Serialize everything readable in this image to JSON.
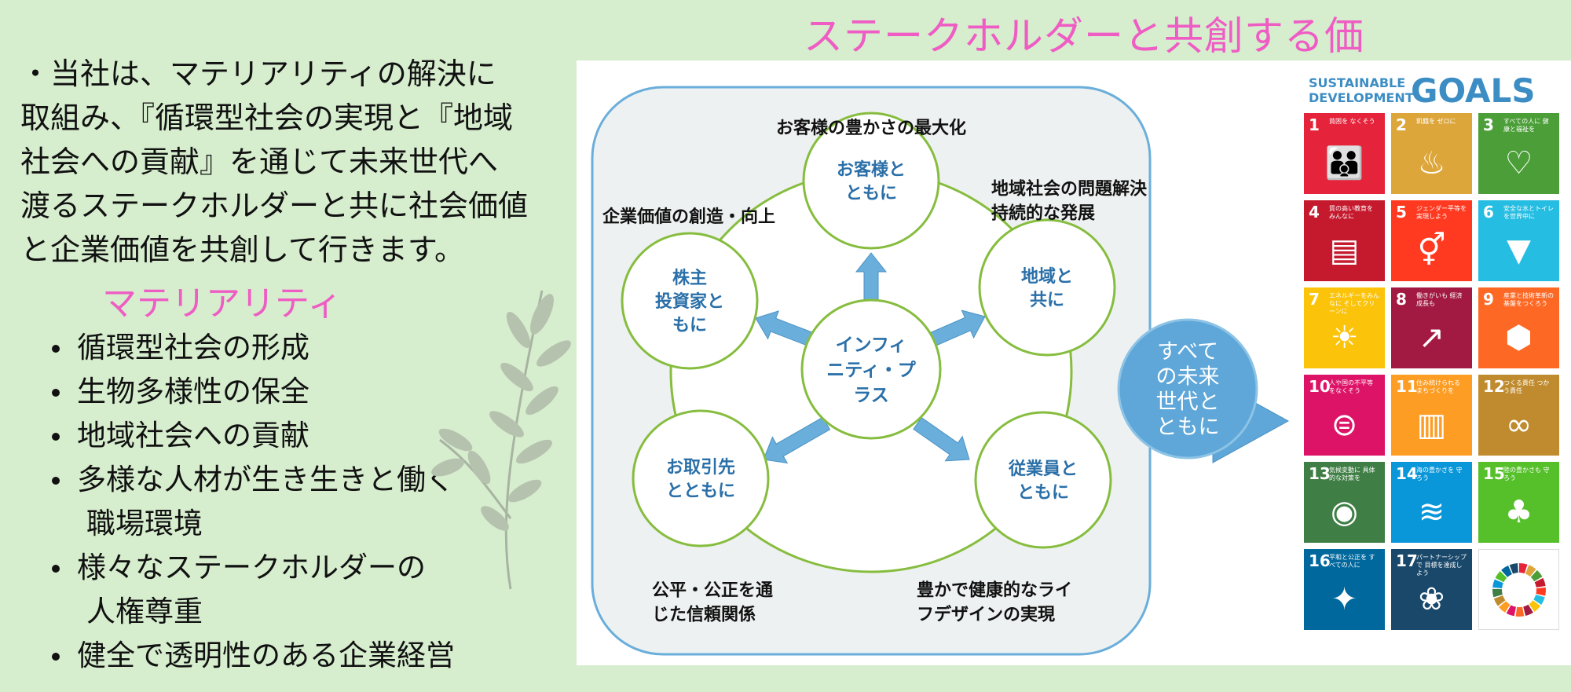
{
  "title": "ステークホルダーと共創する価値",
  "intro": {
    "lines": [
      "・当社は、マテリアリティの解決に",
      "取組み、『循環型社会の実現と『地域",
      "社会への貢献』を通じて未来世代へ",
      "渡るステークホルダーと共に社会価値",
      "と企業価値を共創して行きます。"
    ]
  },
  "materiality": {
    "title": "マテリアリティ",
    "items": [
      {
        "line1": "循環型社会の形成",
        "line2": ""
      },
      {
        "line1": "生物多様性の保全",
        "line2": ""
      },
      {
        "line1": "地域社会への貢献",
        "line2": ""
      },
      {
        "line1": "多様な人材が生き生きと働く",
        "line2": "職場環境"
      },
      {
        "line1": "様々なステークホルダーの",
        "line2": "人権尊重"
      },
      {
        "line1": "健全で透明性のある企業経営",
        "line2": ""
      }
    ]
  },
  "diagram": {
    "center": [
      "インフィ",
      "ニティ・プ",
      "ラス"
    ],
    "nodes": [
      {
        "lines": [
          "お客様と",
          "ともに"
        ]
      },
      {
        "lines": [
          "地域と",
          "共に"
        ]
      },
      {
        "lines": [
          "従業員と",
          "ともに"
        ]
      },
      {
        "lines": [
          "お取引先",
          "とともに"
        ]
      },
      {
        "lines": [
          "株主",
          "投資家と",
          "もに"
        ]
      }
    ],
    "captions": [
      {
        "lines": [
          "お客様の豊かさの最大化"
        ]
      },
      {
        "lines": [
          "地域社会の問題解決",
          "持続的な発展"
        ]
      },
      {
        "lines": [
          "豊かで健康的なライ",
          "フデザインの実現"
        ]
      },
      {
        "lines": [
          "公平・公正を通",
          "じた信頼関係"
        ]
      },
      {
        "lines": [
          "企業価値の創造・向上"
        ]
      }
    ],
    "future": [
      "すべて",
      "の未来",
      "世代と",
      "ともに"
    ],
    "colors": {
      "node_text": "#2a6fa8",
      "circle_stroke": "#86bd3e",
      "arrow": "#6aaedb",
      "future": "#5ea7d8"
    }
  },
  "sdgs": {
    "header_small": [
      "SUSTAINABLE",
      "DEVELOPMENT"
    ],
    "header_big": "GOALS",
    "goals": [
      {
        "num": "1",
        "label": "貧困を なくそう",
        "color": "#e5243b",
        "icon": "people-icon",
        "glyph": "👪"
      },
      {
        "num": "2",
        "label": "飢餓を ゼロに",
        "color": "#dda63a",
        "icon": "bowl-icon",
        "glyph": "♨"
      },
      {
        "num": "3",
        "label": "すべての人に 健康と福祉を",
        "color": "#4c9f38",
        "icon": "heartbeat-icon",
        "glyph": "♡"
      },
      {
        "num": "4",
        "label": "質の高い教育を みんなに",
        "color": "#c5192d",
        "icon": "book-icon",
        "glyph": "▤"
      },
      {
        "num": "5",
        "label": "ジェンダー平等を 実現しよう",
        "color": "#ff3a21",
        "icon": "gender-icon",
        "glyph": "⚥"
      },
      {
        "num": "6",
        "label": "安全な水とトイレ を世界中に",
        "color": "#26bde2",
        "icon": "water-icon",
        "glyph": "▼"
      },
      {
        "num": "7",
        "label": "エネルギーをみんなに そしてクリーンに",
        "color": "#fcc30b",
        "icon": "sun-icon",
        "glyph": "☀"
      },
      {
        "num": "8",
        "label": "働きがいも 経済成長も",
        "color": "#a21942",
        "icon": "growth-chart-icon",
        "glyph": "↗"
      },
      {
        "num": "9",
        "label": "産業と技術革新の 基盤をつくろう",
        "color": "#fd6925",
        "icon": "cubes-icon",
        "glyph": "⬢"
      },
      {
        "num": "10",
        "label": "人や国の不平等 をなくそう",
        "color": "#dd1367",
        "icon": "equality-icon",
        "glyph": "⊜"
      },
      {
        "num": "11",
        "label": "住み続けられる まちづくりを",
        "color": "#fd9d24",
        "icon": "city-icon",
        "glyph": "▥"
      },
      {
        "num": "12",
        "label": "つくる責任 つかう責任",
        "color": "#bf8b2e",
        "icon": "infinity-icon",
        "glyph": "∞"
      },
      {
        "num": "13",
        "label": "気候変動に 具体的な対策を",
        "color": "#3f7e44",
        "icon": "eye-icon",
        "glyph": "◉"
      },
      {
        "num": "14",
        "label": "海の豊かさを 守ろう",
        "color": "#0a97d9",
        "icon": "fish-icon",
        "glyph": "≋"
      },
      {
        "num": "15",
        "label": "陸の豊かさも 守ろう",
        "color": "#56c02b",
        "icon": "tree-icon",
        "glyph": "♣"
      },
      {
        "num": "16",
        "label": "平和と公正を すべての人に",
        "color": "#00689d",
        "icon": "dove-icon",
        "glyph": "✦"
      },
      {
        "num": "17",
        "label": "パートナーシップで 目標を達成しよう",
        "color": "#19486a",
        "icon": "rings-icon",
        "glyph": "❀"
      }
    ]
  }
}
